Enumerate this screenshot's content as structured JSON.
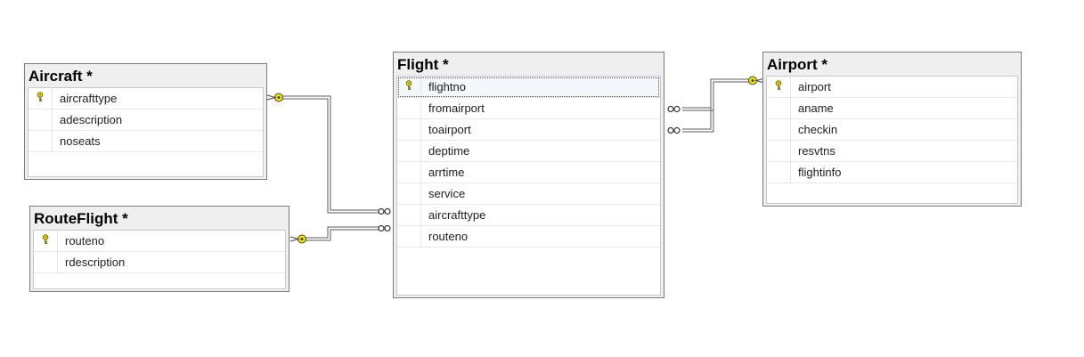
{
  "tables": {
    "aircraft": {
      "title": "Aircraft *",
      "columns": [
        "aircrafttype",
        "adescription",
        "noseats"
      ],
      "primary_key": "aircrafttype"
    },
    "routeflight": {
      "title": "RouteFlight *",
      "columns": [
        "routeno",
        "rdescription"
      ],
      "primary_key": "routeno"
    },
    "flight": {
      "title": "Flight *",
      "columns": [
        "flightno",
        "fromairport",
        "toairport",
        "deptime",
        "arrtime",
        "service",
        "aircrafttype",
        "routeno"
      ],
      "primary_key": "flightno",
      "selected_column": "flightno"
    },
    "airport": {
      "title": "Airport *",
      "columns": [
        "airport",
        "aname",
        "checkin",
        "resvtns",
        "flightinfo"
      ],
      "primary_key": "airport"
    }
  },
  "relationships": [
    {
      "from": "aircraft.aircrafttype",
      "to": "flight.aircrafttype",
      "type": "one-to-many"
    },
    {
      "from": "routeflight.routeno",
      "to": "flight.routeno",
      "type": "one-to-many"
    },
    {
      "from": "airport.airport",
      "to": "flight.fromairport",
      "type": "one-to-many"
    },
    {
      "from": "airport.airport",
      "to": "flight.toairport",
      "type": "one-to-many"
    }
  ],
  "colors": {
    "key_fill": "#f5e400",
    "line": "#555555",
    "table_border": "#7a7a7a"
  },
  "icons": {
    "primary_key": "key-icon",
    "one_end": "key-icon",
    "many_end": "infinity-icon"
  }
}
